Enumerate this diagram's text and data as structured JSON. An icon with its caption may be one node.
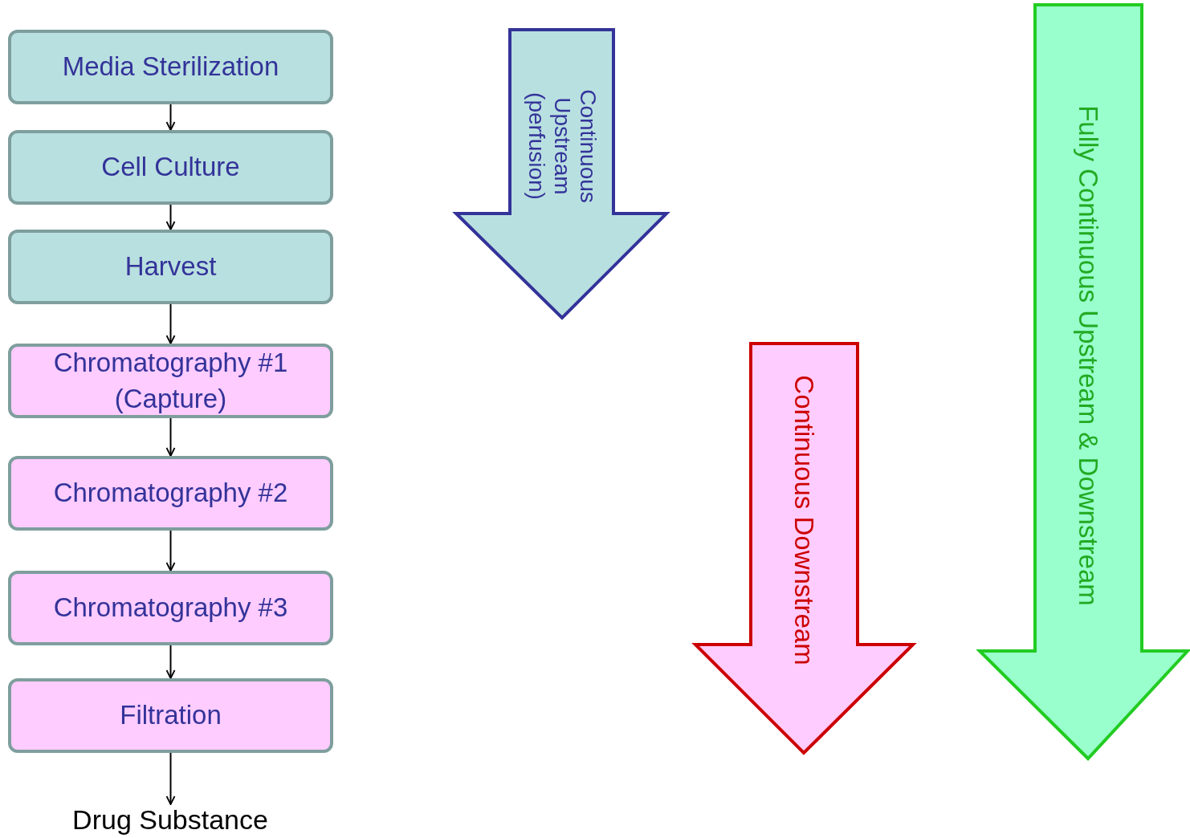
{
  "diagram": {
    "nodes": [
      {
        "text": [
          "Media Sterilization"
        ]
      },
      {
        "text": [
          "Cell Culture"
        ]
      },
      {
        "text": [
          "Harvest"
        ]
      },
      {
        "text": [
          "Chromatography #1 (Capture)"
        ]
      },
      {
        "text": [
          "Chromatography #2"
        ]
      },
      {
        "text": [
          "Chromatography #3"
        ]
      },
      {
        "text": [
          "Filtration"
        ]
      },
      {
        "text": [
          "Drug Substance"
        ]
      },
      {
        "text": [
          "Continuous Upstream (perfusion)"
        ]
      },
      {
        "text": [
          "Continuous Downstream"
        ]
      },
      {
        "text": [
          "Fully Continuous Upstream & Downstream"
        ]
      }
    ],
    "edges": [
      {
        "from": 0,
        "to": 1,
        "arrow": "to"
      },
      {
        "from": 1,
        "to": 2,
        "arrow": "to"
      },
      {
        "from": 2,
        "to": 3,
        "arrow": "to"
      },
      {
        "from": 3,
        "to": 4,
        "arrow": "to"
      },
      {
        "from": 4,
        "to": 5,
        "arrow": "to"
      },
      {
        "from": 5,
        "to": 6,
        "arrow": "to"
      },
      {
        "from": 6,
        "to": 7,
        "arrow": "to"
      }
    ]
  }
}
